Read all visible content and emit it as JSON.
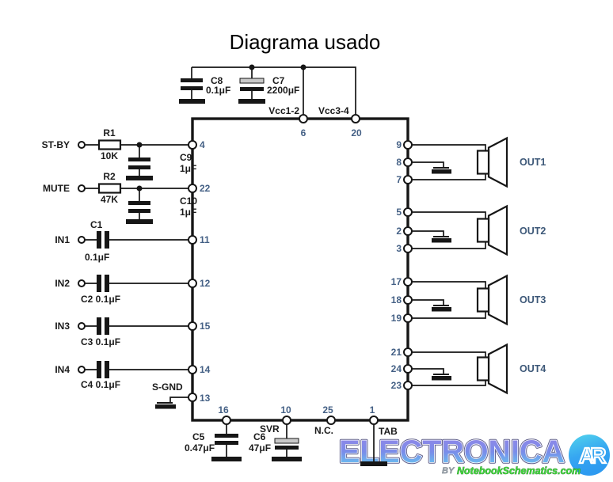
{
  "title": "Diagrama usado",
  "power": {
    "c8_ref": "C8",
    "c8_val": "0.1μF",
    "c7_ref": "C7",
    "c7_val": "2200μF",
    "vcc12": "Vcc1-2",
    "vcc34": "Vcc3-4",
    "pin6": "6",
    "pin20": "20"
  },
  "left": {
    "stby": {
      "label": "ST-BY",
      "pin": "4",
      "r_ref": "R1",
      "r_val": "10K",
      "c_ref": "C9",
      "c_val": "1μF"
    },
    "mute": {
      "label": "MUTE",
      "pin": "22",
      "r_ref": "R2",
      "r_val": "47K",
      "c_ref": "C10",
      "c_val": "1μF"
    },
    "in1": {
      "label": "IN1",
      "pin": "11",
      "c_ref": "C1",
      "c_val": "0.1μF"
    },
    "in2": {
      "label": "IN2",
      "pin": "12",
      "c_val": "C2 0.1μF"
    },
    "in3": {
      "label": "IN3",
      "pin": "15",
      "c_val": "C3 0.1μF"
    },
    "in4": {
      "label": "IN4",
      "pin": "14",
      "c_val": "C4 0.1μF"
    },
    "sgnd": {
      "label": "S-GND",
      "pin": "13"
    }
  },
  "right": {
    "out1": {
      "label": "OUT1",
      "pins": [
        "9",
        "8",
        "7"
      ]
    },
    "out2": {
      "label": "OUT2",
      "pins": [
        "5",
        "2",
        "3"
      ]
    },
    "out3": {
      "label": "OUT3",
      "pins": [
        "17",
        "18",
        "19"
      ]
    },
    "out4": {
      "label": "OUT4",
      "pins": [
        "21",
        "24",
        "23"
      ]
    }
  },
  "bottom": {
    "p16": {
      "pin": "16",
      "c_ref": "C5",
      "c_val": "0.47μF"
    },
    "p10": {
      "pin": "10",
      "label": "SVR",
      "c_ref": "C6",
      "c_val": "47μF"
    },
    "p25": {
      "pin": "25",
      "label": "N.C."
    },
    "p1": {
      "pin": "1",
      "label": "TAB"
    }
  },
  "logo": {
    "name": "ELECTRONICA",
    "badge": "AR",
    "by": "BY",
    "site": "NotebookSchematics.com"
  },
  "colors": {
    "ink": "#161616",
    "pin_text": "#446085",
    "out_text": "#3d5878",
    "logo_gradient_top": "#9486e8",
    "logo_gradient_bottom": "#62d4f2",
    "badge_blue_top": "#52d4ec",
    "badge_blue_bottom": "#2d9af0",
    "site_green": "#41d63c",
    "by_gray": "#97a0a8"
  }
}
